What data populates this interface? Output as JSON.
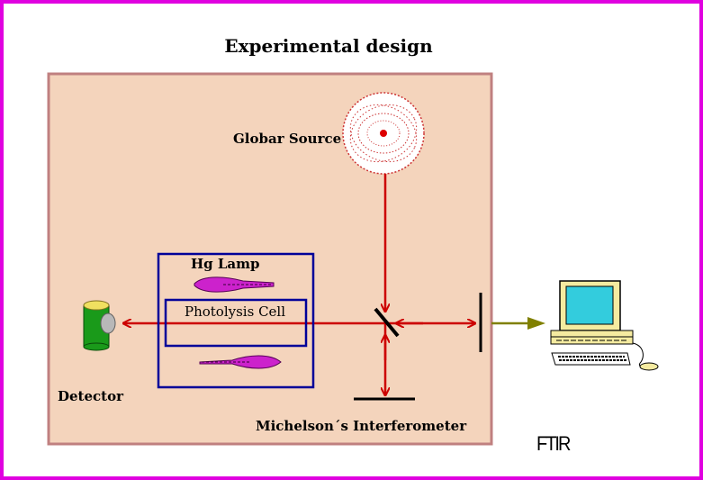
{
  "title": "Experimental design",
  "labels": {
    "globar_source": "Globar Source",
    "hg_lamp": "Hg Lamp",
    "photolysis_cell": "Photolysis Cell",
    "detector": "Detector",
    "interferometer": "Michelson´s Interferometer",
    "ftir": "FTIR"
  },
  "colors": {
    "border": "#e000e0",
    "panel_fill": "#f4d4bc",
    "panel_border": "#c08080",
    "beam": "#cc0000",
    "box_border": "#000099",
    "lamp": "#cc22cc",
    "detector_body": "#1a9a1a",
    "detector_cap": "#f0e060",
    "signal_arrow": "#808000",
    "screen": "#33ccdd",
    "computer": "#f5eba0"
  },
  "icons": [
    "globar-source-icon",
    "hg-lamp-icon",
    "detector-icon",
    "beam-splitter-icon",
    "mirror-icon",
    "computer-icon"
  ]
}
